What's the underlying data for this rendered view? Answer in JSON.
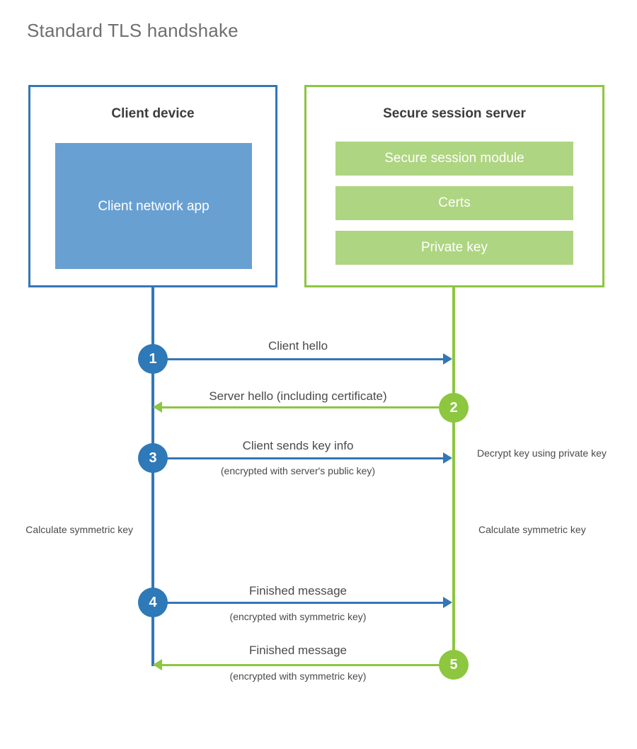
{
  "title": "Standard TLS handshake",
  "colors": {
    "client_blue": "#3277b6",
    "client_app_fill": "#69a0d2",
    "server_green": "#8dc63f",
    "server_bar_fill": "#aed581",
    "step_blue": "#2e79b8",
    "text_gray": "#4a4a4a",
    "title_gray": "#6f6f6f"
  },
  "client": {
    "title": "Client device",
    "app_label": "Client network app"
  },
  "server": {
    "title": "Secure session server",
    "modules": [
      {
        "label": "Secure session module"
      },
      {
        "label": "Certs"
      },
      {
        "label": "Private key"
      }
    ]
  },
  "steps": [
    {
      "number": "1",
      "label": "Client hello",
      "sublabel": "",
      "direction": "client-to-server",
      "color": "blue"
    },
    {
      "number": "2",
      "label": "Server hello (including certificate)",
      "sublabel": "",
      "direction": "server-to-client",
      "color": "green"
    },
    {
      "number": "3",
      "label": "Client sends key info",
      "sublabel": "(encrypted with server's public key)",
      "direction": "client-to-server",
      "color": "blue"
    },
    {
      "number": "4",
      "label": "Finished message",
      "sublabel": "(encrypted with symmetric key)",
      "direction": "client-to-server",
      "color": "blue"
    },
    {
      "number": "5",
      "label": "Finished message",
      "sublabel": "(encrypted with symmetric key)",
      "direction": "server-to-client",
      "color": "green"
    }
  ],
  "notes": {
    "decrypt": "Decrypt key using private key",
    "calculate_client": "Calculate symmetric key",
    "calculate_server": "Calculate symmetric key"
  }
}
